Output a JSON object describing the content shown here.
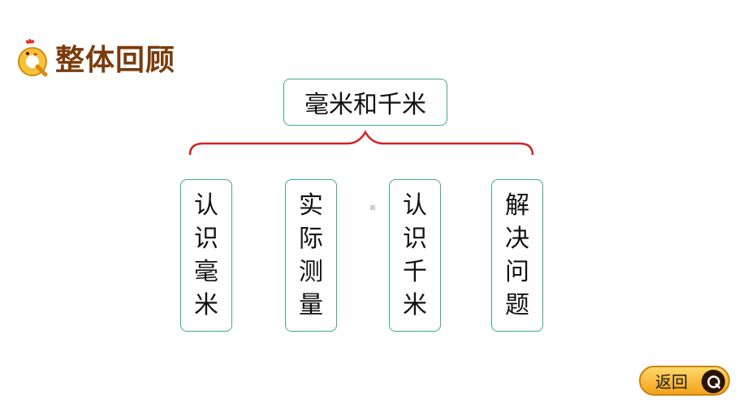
{
  "header": {
    "title": "整体回顾",
    "logo_icon": "chick-q-logo"
  },
  "main_topic": "毫米和千米",
  "branches": [
    {
      "chars": [
        "认",
        "识",
        "毫",
        "米"
      ]
    },
    {
      "chars": [
        "实",
        "际",
        "测",
        "量"
      ]
    },
    {
      "chars": [
        "认",
        "识",
        "千",
        "米"
      ]
    },
    {
      "chars": [
        "解",
        "决",
        "问",
        "题"
      ]
    }
  ],
  "colors": {
    "accent": "#3fa992",
    "brace": "#d62027",
    "title": "#7a3b0c",
    "button": "#f7b731"
  },
  "back_button": {
    "label": "返回",
    "icon": "q-back-icon"
  }
}
